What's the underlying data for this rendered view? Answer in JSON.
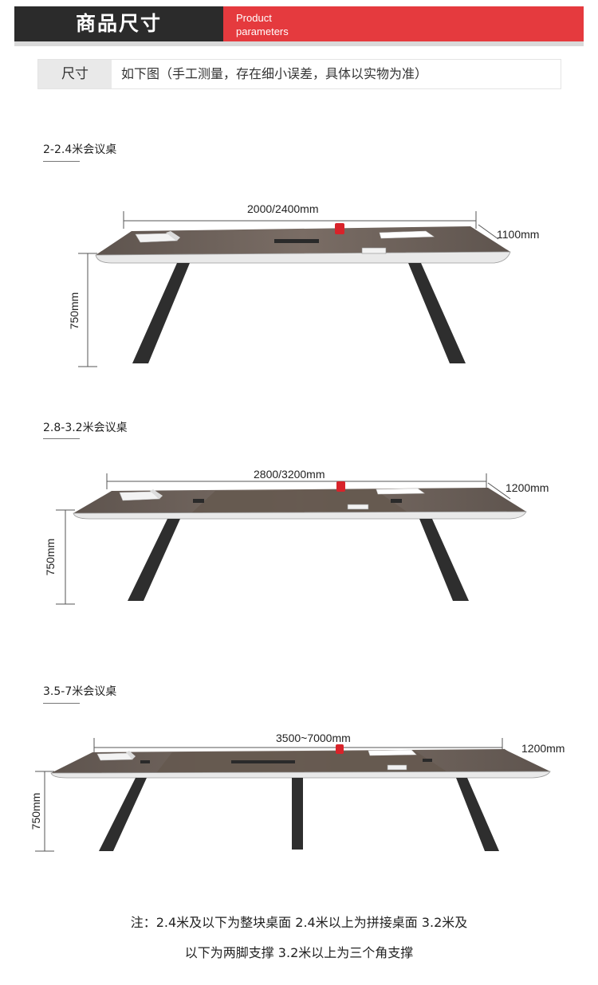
{
  "header": {
    "title": "商品尺寸",
    "subtitle_line1": "Product",
    "subtitle_line2": "parameters"
  },
  "spec": {
    "label": "尺寸",
    "value": "如下图（手工测量，存在细小误差，具体以实物为准）"
  },
  "sections": [
    {
      "title": "2-2.4米会议桌",
      "length": "2000/2400mm",
      "width": "1100mm",
      "height": "750mm"
    },
    {
      "title": "2.8-3.2米会议桌",
      "length": "2800/3200mm",
      "width": "1200mm",
      "height": "750mm"
    },
    {
      "title": "3.5-7米会议桌",
      "length": "3500~7000mm",
      "width": "1200mm",
      "height": "750mm"
    }
  ],
  "note": {
    "line1": "注：2.4米及以下为整块桌面 2.4米以上为拼接桌面 3.2米及",
    "line2": "以下为两脚支撑 3.2米以上为三个角支撑"
  },
  "colors": {
    "header_dark": "#2b2b2b",
    "header_red": "#e53a3e",
    "table_top": "#6d615a",
    "table_leg": "#2e2e2e",
    "accent_red": "#d8232a"
  }
}
